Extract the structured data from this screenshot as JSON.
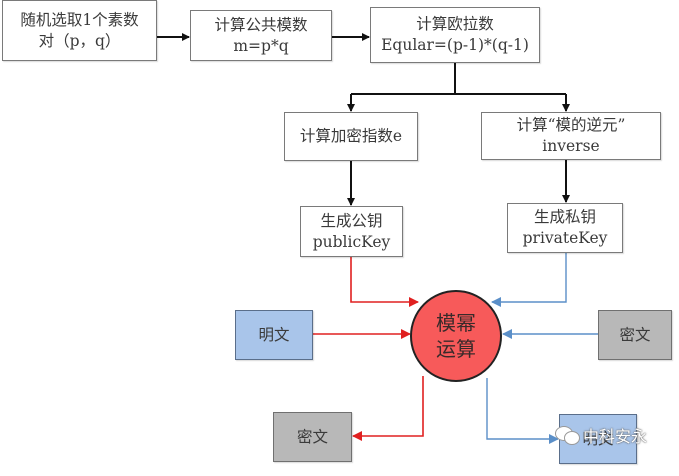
{
  "diagram": {
    "title": "RSA 加解密流程",
    "steps": {
      "select_primes": {
        "line1": "随机选取1个素数",
        "line2": "对（p，q）"
      },
      "compute_modulus": {
        "line1": "计算公共模数",
        "line2": "m=p*q"
      },
      "compute_euler": {
        "line1": "计算欧拉数",
        "line2": "Eqular=(p-1)*(q-1)"
      },
      "compute_exponent": {
        "line1": "计算加密指数e"
      },
      "compute_inverse": {
        "line1": "计算“模的逆元”",
        "line2": "inverse"
      },
      "public_key": {
        "line1": "生成公钥",
        "line2": "publicKey"
      },
      "private_key": {
        "line1": "生成私钥",
        "line2": "privateKey"
      }
    },
    "center": {
      "line1": "模幂",
      "line2": "运算"
    },
    "inputs": {
      "plaintext_in": "明文",
      "ciphertext_in": "密文"
    },
    "outputs": {
      "ciphertext_out": "密文",
      "plaintext_out": "明文"
    },
    "colors": {
      "encrypt_path": "#e02020",
      "decrypt_path": "#5b8fc8",
      "circle_fill": "#f75a5a",
      "plaintext_box": "#a9c5ea",
      "ciphertext_box": "#b8b8b8"
    }
  },
  "watermark": {
    "text": "中科安永",
    "icon": "wechat-icon"
  }
}
